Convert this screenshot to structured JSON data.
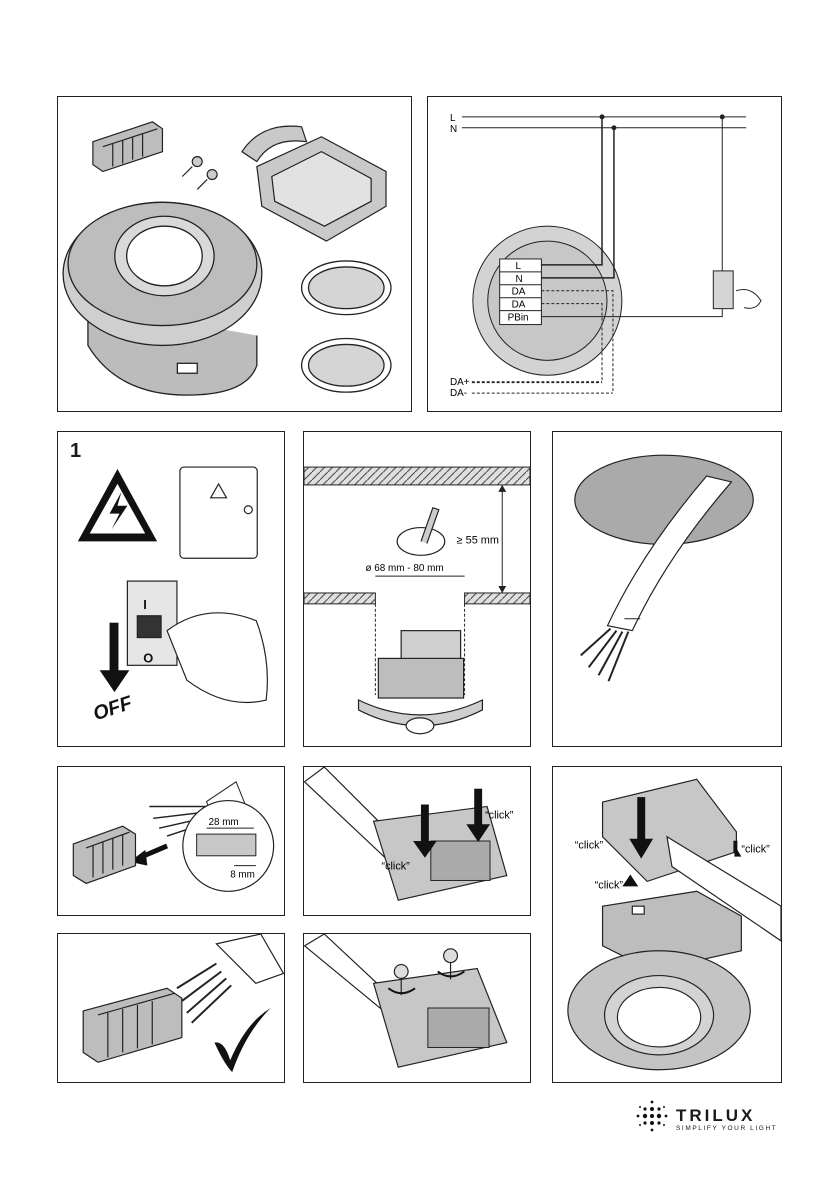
{
  "wiring": {
    "line_L": "L",
    "line_N": "N",
    "terminals": [
      "L",
      "N",
      "DA",
      "DA",
      "PBin"
    ],
    "bus_plus": "DA+",
    "bus_minus": "DA-"
  },
  "step1": {
    "number": "1",
    "off_label": "OFF",
    "switch_on": "I",
    "switch_off": "O"
  },
  "installation": {
    "hole_diameter": "ø 68 mm - 80 mm",
    "depth": "≥ 55 mm"
  },
  "strip": {
    "length_outer": "28 mm",
    "length_inner": "8 mm"
  },
  "clicks": {
    "label": "“click”"
  },
  "brand": {
    "name": "TRILUX",
    "tagline": "SIMPLIFY YOUR LIGHT"
  }
}
